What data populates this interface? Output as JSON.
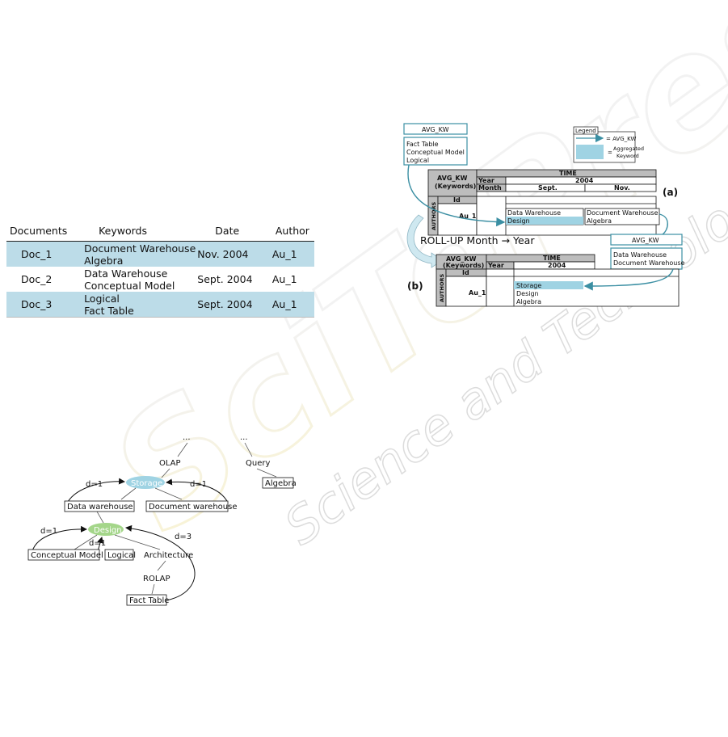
{
  "documents_table": {
    "headers": [
      "Documents",
      "Keywords",
      "Date",
      "Author"
    ],
    "rows": [
      {
        "doc": "Doc_1",
        "kw1": "Document Warehouse",
        "kw2": "Algebra",
        "date": "Nov. 2004",
        "author": "Au_1",
        "shaded": true
      },
      {
        "doc": "Doc_2",
        "kw1": "Data Warehouse",
        "kw2": "Conceptual Model",
        "date": "Sept. 2004",
        "author": "Au_1",
        "shaded": false
      },
      {
        "doc": "Doc_3",
        "kw1": "Logical",
        "kw2": "Fact Table",
        "date": "Sept. 2004",
        "author": "Au_1",
        "shaded": true
      }
    ]
  },
  "graph": {
    "top_dots_left": "...",
    "top_dots_right": "...",
    "olap": "OLAP",
    "query": "Query",
    "storage": "Storage",
    "algebra": "Algebra",
    "data_warehouse": "Data warehouse",
    "document_warehouse": "Document warehouse",
    "design": "Design",
    "conceptual_model": "Conceptual Model",
    "logical": "Logical",
    "architecture": "Architecture",
    "rolap": "ROLAP",
    "fact_table": "Fact Table",
    "d_storage_left": "d=1",
    "d_storage_right": "d=1",
    "d_design_left": "d=1",
    "d_design_mid": "d=1",
    "d_design_right": "d=3"
  },
  "olap_figure": {
    "avg_kw_box_top": "AVG_KW",
    "avg_kw_top_items": [
      "Fact Table",
      "Conceptual Model",
      "Logical"
    ],
    "legend_title": "Legend",
    "legend_arrow": "= AVG_KW",
    "legend_agg_eq": "=",
    "legend_agg_1": "Aggregated",
    "legend_agg_2": "Keyword",
    "cube_a_measure_1": "AVG_KW",
    "cube_a_measure_2": "(Keywords)",
    "time": "TIME",
    "year_label": "Year",
    "year_value": "2004",
    "month_label": "Month",
    "month_sept": "Sept.",
    "month_nov": "Nov.",
    "id_label": "Id",
    "authors_label": "AUTHORS",
    "author_id": "Au_1",
    "cell_sept_1": "Data Warehouse",
    "cell_sept_2": "Design",
    "cell_nov_1": "Document Warehouse",
    "cell_nov_2": "Algebra",
    "label_a": "(a)",
    "rollup": "ROLL-UP Month → Year",
    "avg_kw_box_right": "AVG_KW",
    "avg_kw_right_items": [
      "Data Warehouse",
      "Document Warehouse"
    ],
    "label_b": "(b)",
    "cell_b_1": "Storage",
    "cell_b_2": "Design",
    "cell_b_3": "Algebra",
    "accent": "#3b8fa3",
    "aggregated_fill": "#9fd3e3"
  },
  "watermark": {
    "main": "SciTePress",
    "sub": "Science and Technology Publications"
  }
}
